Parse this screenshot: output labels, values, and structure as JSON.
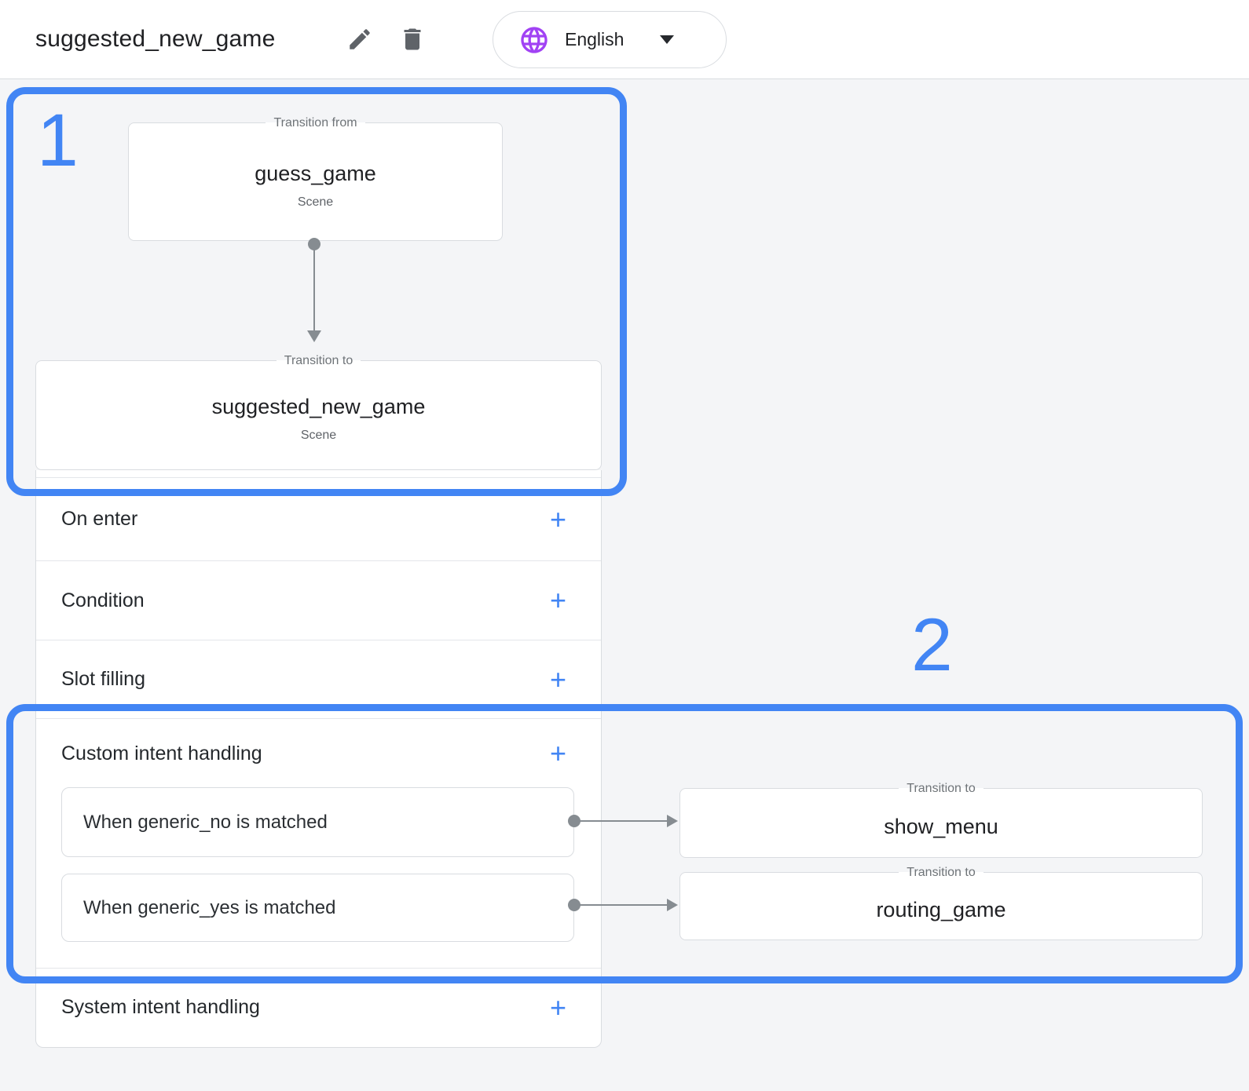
{
  "header": {
    "title": "suggested_new_game",
    "edit_icon": "pencil-icon",
    "delete_icon": "trash-icon",
    "language": {
      "icon": "globe-icon",
      "label": "English",
      "caret": "caret-down-icon"
    }
  },
  "annotations": {
    "one": "1",
    "two": "2"
  },
  "diagram": {
    "transition_from": {
      "legend": "Transition from",
      "name": "guess_game",
      "type": "Scene"
    },
    "transition_to": {
      "legend": "Transition to",
      "name": "suggested_new_game",
      "type": "Scene"
    }
  },
  "panel": {
    "sections": [
      {
        "label": "On enter",
        "action": "+"
      },
      {
        "label": "Condition",
        "action": "+"
      },
      {
        "label": "Slot filling",
        "action": "+"
      },
      {
        "label": "Custom intent handling",
        "action": "+"
      },
      {
        "label": "System intent handling",
        "action": "+"
      }
    ]
  },
  "intents": [
    {
      "label": "When generic_no is matched",
      "target": {
        "legend": "Transition to",
        "name": "show_menu"
      }
    },
    {
      "label": "When generic_yes is matched",
      "target": {
        "legend": "Transition to",
        "name": "routing_game"
      }
    }
  ],
  "colors": {
    "annotation_blue": "#4285f4",
    "accent_blue": "#4285f4",
    "globe_purple": "#a142f4",
    "icon_gray": "#5f6368"
  }
}
